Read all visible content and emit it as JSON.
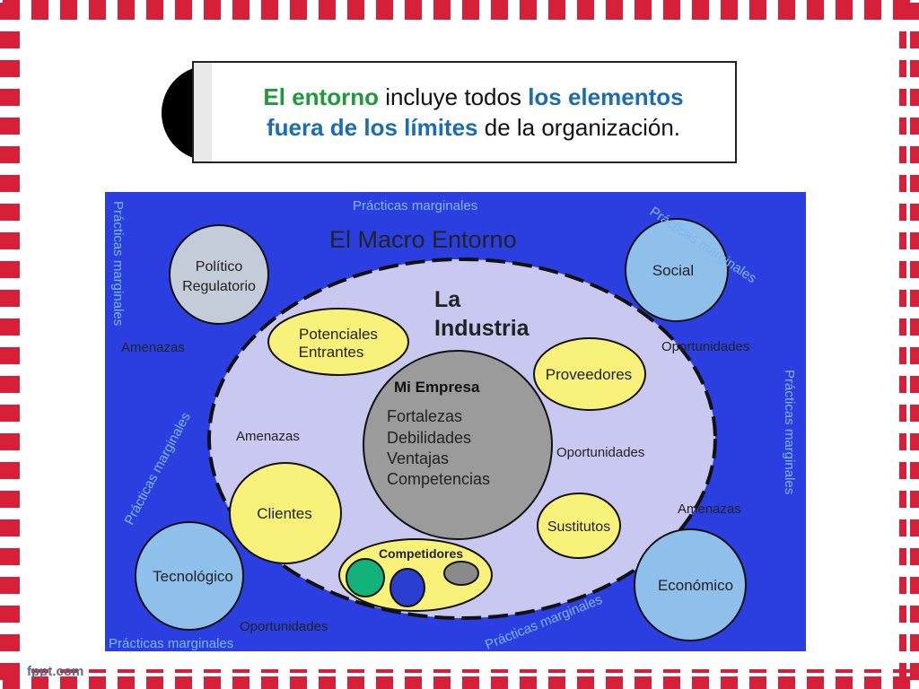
{
  "title": {
    "part1_green": "El entorno",
    "part2": " incluye todos ",
    "part3_blue": "los elementos",
    "part4_blue": "fuera de los límites",
    "part5": " de la organización."
  },
  "diagram": {
    "macro_title": "El Macro Entorno",
    "industry_title_line1": "La",
    "industry_title_line2": "Industria",
    "company_title": "Mi Empresa",
    "company_items": [
      "Fortalezas",
      "Debilidades",
      "Ventajas",
      "Competencias"
    ],
    "macro_factors": {
      "politico_line1": "Político",
      "politico_line2": "Regulatorio",
      "social": "Social",
      "tecnologico": "Tecnológico",
      "economico": "Económico"
    },
    "industry_forces": {
      "potenciales_line1": "Potenciales",
      "potenciales_line2": "Entrantes",
      "proveedores": "Proveedores",
      "clientes": "Clientes",
      "sustitutos": "Sustitutos",
      "competidores": "Competidores"
    },
    "labels": {
      "practicas": "Prácticas marginales",
      "amenazas": "Amenazas",
      "oportunidades": "Oportunidades"
    }
  },
  "footer": "fppt.com",
  "colors": {
    "border_red": "#d6203a",
    "diagram_bg": "#2b3fe0",
    "industry_fill": "#c9c8f0",
    "yellow": "#f8f27a",
    "company_gray": "#9b9b9b",
    "macro_circle": "#8fc0ec",
    "politico_circle": "#c3ccd8",
    "label_blue": "#7fb6ee",
    "comp_green": "#12b27a",
    "comp_blue": "#2a3fd0",
    "comp_gray": "#8a8a8a"
  }
}
